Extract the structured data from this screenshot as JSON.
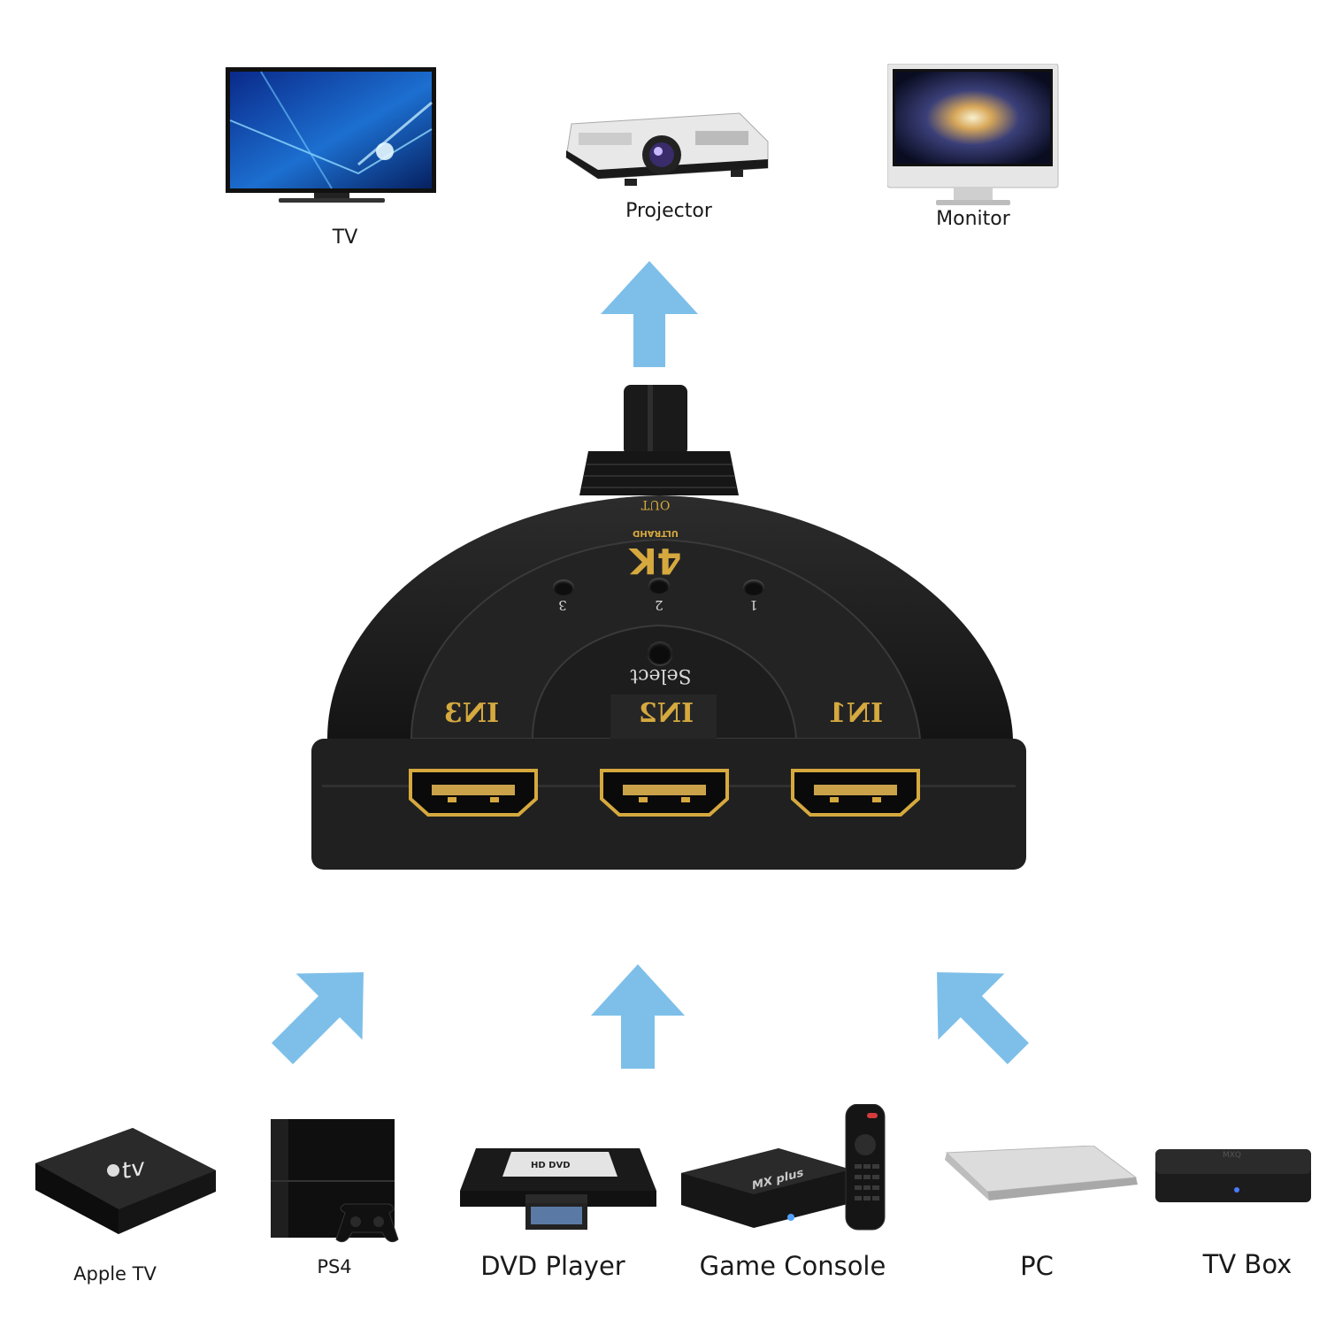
{
  "outputs": [
    {
      "label": "TV",
      "icon": "tv-icon"
    },
    {
      "label": "Projector",
      "icon": "projector-icon"
    },
    {
      "label": "Monitor",
      "icon": "monitor-icon"
    }
  ],
  "inputs": [
    {
      "label": "Apple TV",
      "icon": "apple-tv-icon",
      "brand": "tv"
    },
    {
      "label": "PS4",
      "icon": "ps4-console-icon"
    },
    {
      "label": "DVD Player",
      "icon": "dvd-player-icon",
      "brand": "HD DVD"
    },
    {
      "label": "Game Console",
      "icon": "game-console-icon",
      "brand": "MX plus"
    },
    {
      "label": "PC",
      "icon": "laptop-icon"
    },
    {
      "label": "TV Box",
      "icon": "tv-box-icon",
      "brand": "MXQ"
    }
  ],
  "switch": {
    "out_label": "OUT",
    "badge": "4K",
    "badge_sub": "ULTRAHD",
    "select_label": "Select",
    "leds": [
      "3",
      "2",
      "1"
    ],
    "ports": [
      "IN3",
      "IN2",
      "IN1"
    ]
  },
  "colors": {
    "arrow": "#7dbfe9",
    "device_body": "#1b1b1b",
    "gold": "#d6a93f",
    "screen_blue": "#1c6fd0"
  }
}
